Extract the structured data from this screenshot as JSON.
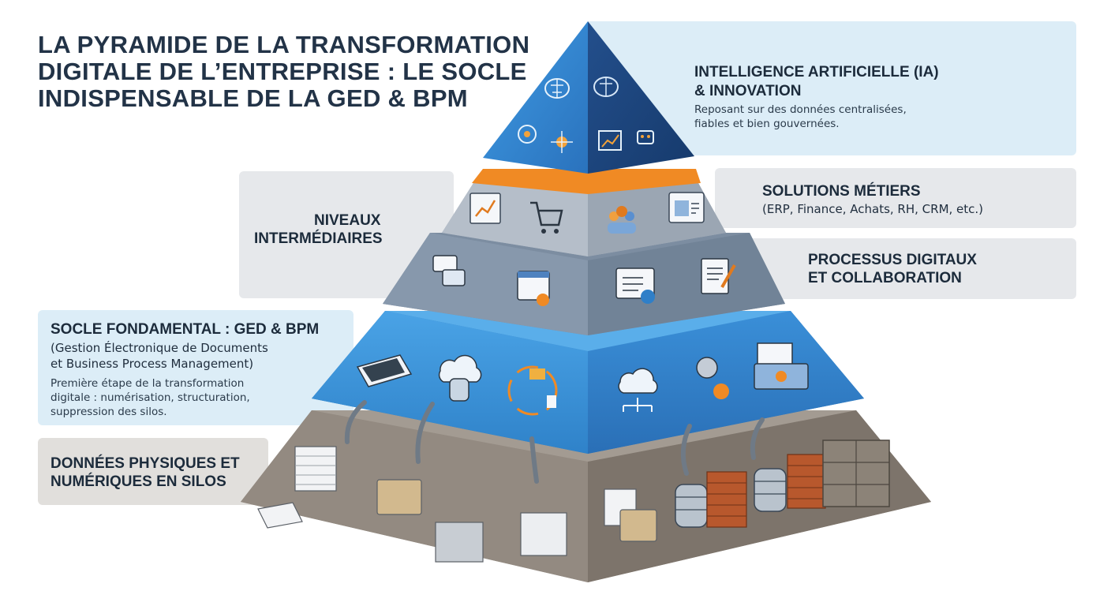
{
  "title": {
    "line1": "LA PYRAMIDE DE LA TRANSFORMATION",
    "line2": "DIGITALE DE L’ENTREPRISE : LE SOCLE",
    "line3": "INDISPENSABLE DE LA GED & BPM"
  },
  "ia": {
    "heading_line1": "INTELLIGENCE ARTIFICIELLE (IA)",
    "heading_line2": "& INNOVATION",
    "desc_line1": "Reposant sur des données centralisées,",
    "desc_line2": "fiables et bien gouvernées."
  },
  "niveaux": {
    "line1": "NIVEAUX",
    "line2": "INTERMÉDIAIRES"
  },
  "solutions": {
    "heading": "SOLUTIONS MÉTIERS",
    "desc": "(ERP, Finance, Achats, RH, CRM, etc.)"
  },
  "processus": {
    "line1": "PROCESSUS DIGITAUX",
    "line2": "ET COLLABORATION"
  },
  "socle": {
    "heading": "SOCLE FONDAMENTAL : GED & BPM",
    "sub_line1": "(Gestion Électronique de Documents",
    "sub_line2": "et Business Process Management)",
    "desc_line1": "Première étape de la transformation",
    "desc_line2": "digitale : numérisation, structuration,",
    "desc_line3": "suppression des silos."
  },
  "donnees": {
    "line1": "DONNÉES PHYSIQUES ET",
    "line2": "NUMÉRIQUES EN SILOS"
  },
  "colors": {
    "ia_top_left": "#2f86d0",
    "ia_top_right": "#1d4f8f",
    "orange_band": "#f08a24",
    "solutions_layer": "#aab4c0",
    "processus_layer": "#7f90a4",
    "socle_layer": "#3b93d8",
    "data_layer": "#8a8179"
  },
  "icons": [
    "brain-circuit-icon",
    "robot-icon",
    "growth-chart-icon",
    "shopping-cart-icon",
    "team-icon",
    "profile-screen-icon",
    "chat-icon",
    "calendar-icon",
    "checklist-icon",
    "document-sign-icon",
    "scanner-icon",
    "cloud-database-icon",
    "workflow-cycle-icon",
    "network-cloud-icon",
    "gears-icon",
    "folder-icon",
    "paper-stack-icon",
    "database-icon",
    "brick-wall-icon",
    "filing-cabinet-icon"
  ]
}
